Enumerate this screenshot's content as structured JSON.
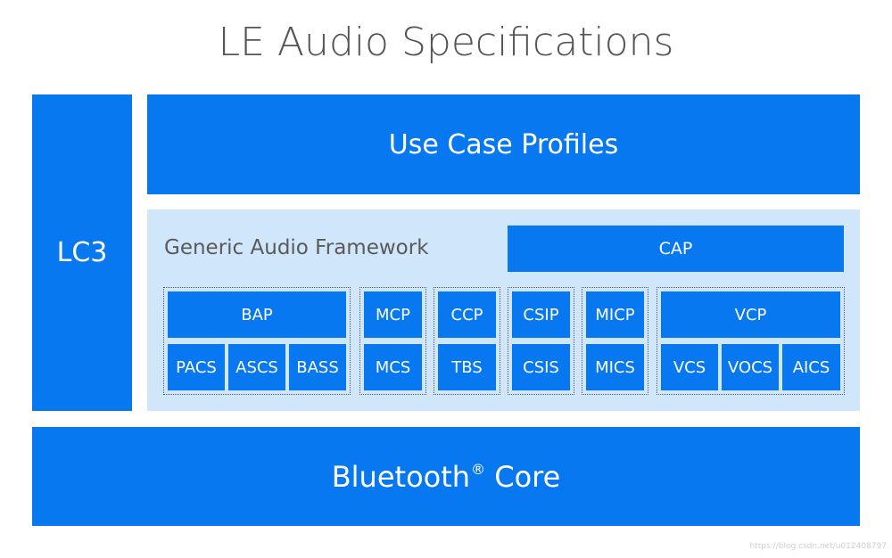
{
  "title": "LE Audio Specifications",
  "lc3": "LC3",
  "use_case_profiles": "Use Case Profiles",
  "gaf": {
    "label": "Generic Audio Framework",
    "cap": "CAP"
  },
  "groups": {
    "bap": {
      "top": "BAP",
      "bottom": [
        "PACS",
        "ASCS",
        "BASS"
      ]
    },
    "mcp": {
      "top": "MCP",
      "bottom": [
        "MCS"
      ]
    },
    "ccp": {
      "top": "CCP",
      "bottom": [
        "TBS"
      ]
    },
    "csip": {
      "top": "CSIP",
      "bottom": [
        "CSIS"
      ]
    },
    "micp": {
      "top": "MICP",
      "bottom": [
        "MICS"
      ]
    },
    "vcp": {
      "top": "VCP",
      "bottom": [
        "VCS",
        "VOCS",
        "AICS"
      ]
    }
  },
  "core": {
    "label": "Bluetooth",
    "mark": "®",
    "suffix": " Core"
  },
  "watermark": "https://blog.csdn.net/u012408797",
  "colors": {
    "primary": "#0878f0",
    "framework_bg": "#cfe6fb",
    "title": "#555555"
  }
}
